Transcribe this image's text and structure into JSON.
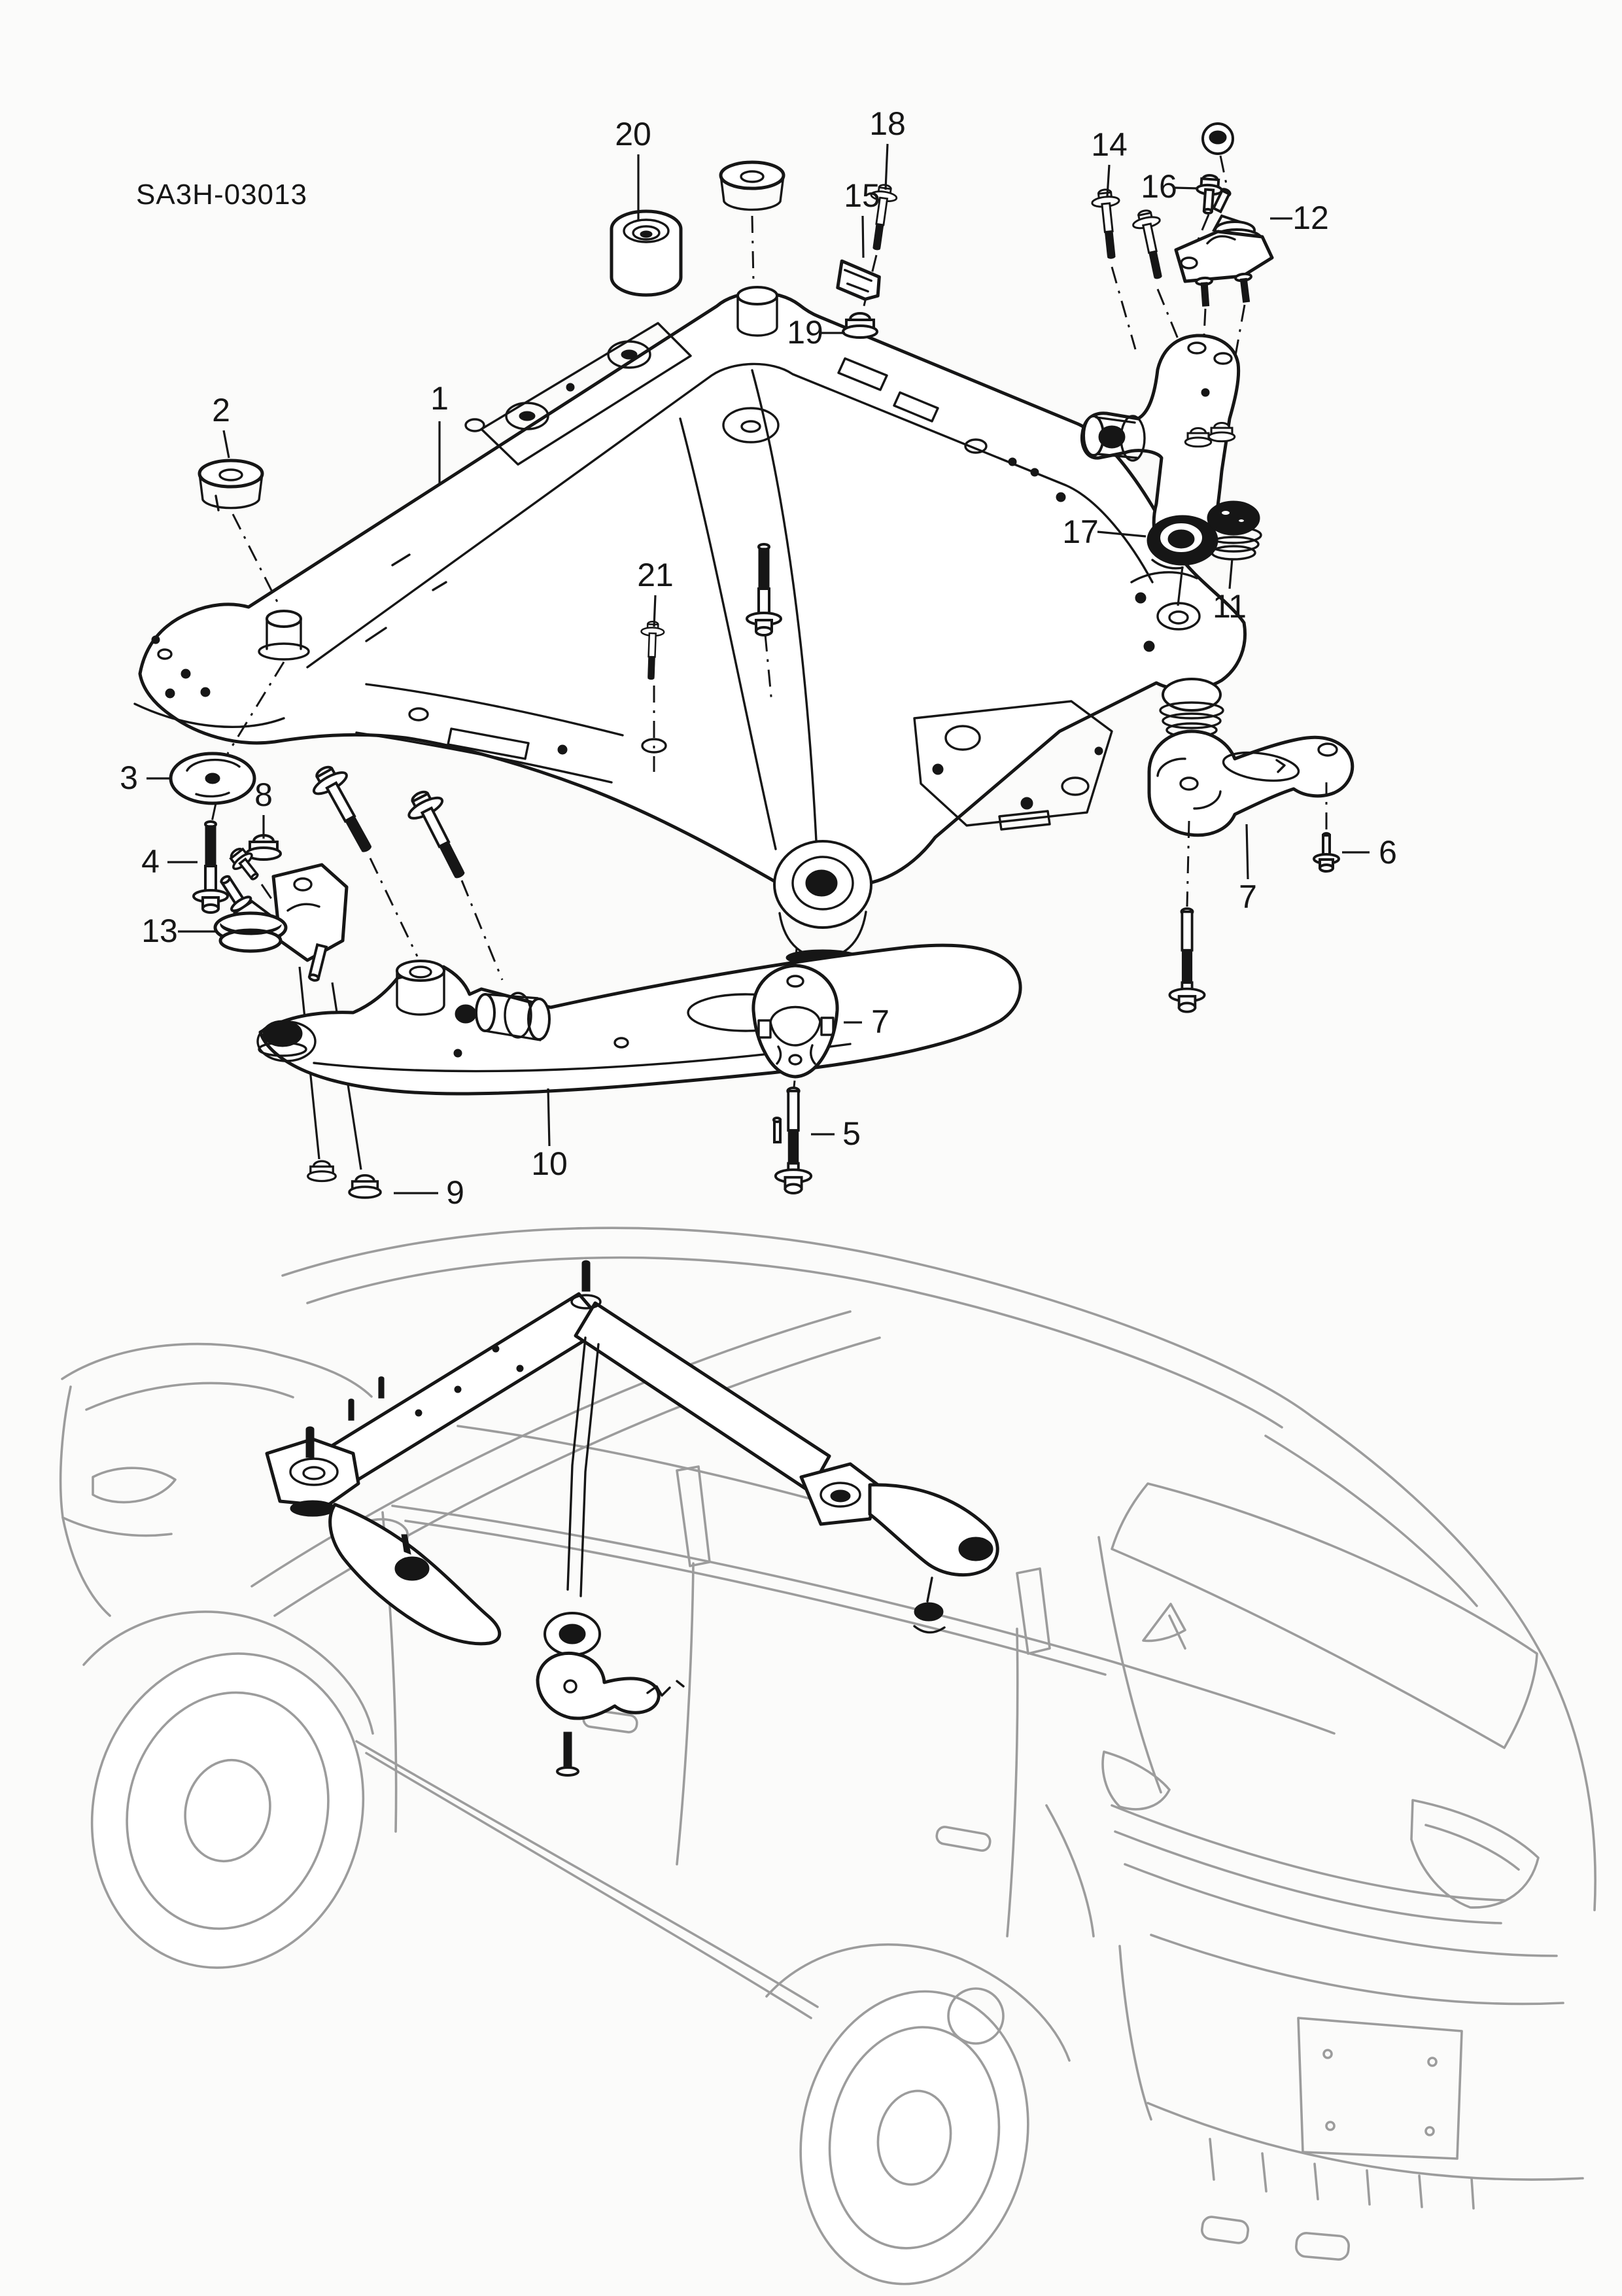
{
  "colors": {
    "ink": "#161616",
    "car_outline": "#9c9c9c",
    "background": "#fbfbfa"
  },
  "diagram": {
    "code": "SA3H-03013",
    "callouts": {
      "c1": "1",
      "c2": "2",
      "c3": "3",
      "c4": "4",
      "c5": "5",
      "c6": "6",
      "c7_left": "7",
      "c7_right": "7",
      "c8": "8",
      "c9": "9",
      "c10": "10",
      "c11": "11",
      "c12": "12",
      "c13": "13",
      "c14": "14",
      "c15": "15",
      "c16": "16",
      "c17": "17",
      "c18": "18",
      "c19": "19",
      "c20": "20",
      "c21": "21"
    }
  }
}
